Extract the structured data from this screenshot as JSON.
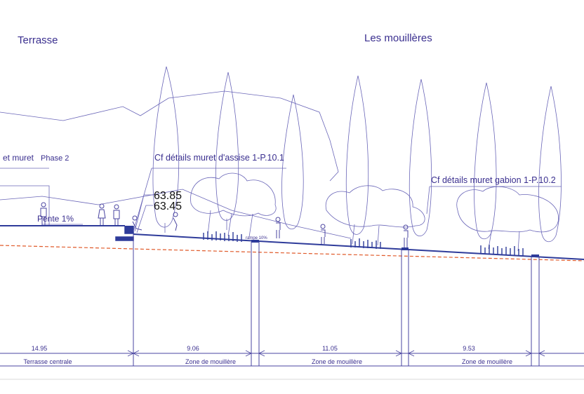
{
  "titles": {
    "left": "Terrasse",
    "right": "Les mouillères"
  },
  "annotations": {
    "muret": "et muret",
    "phase": "Phase 2",
    "detail_assise": "Cf détails muret d'assise 1-P.10.1",
    "detail_gabion": "Cf détails muret gabion 1-P.10.2",
    "level_top": "63.85",
    "level_bottom": "63.45",
    "slope_terrace": "Pente 1%",
    "slope_ramp": "rampe 10%"
  },
  "dimensions": [
    {
      "value": "14.95",
      "zone": "Terrasse centrale"
    },
    {
      "value": "9.06",
      "zone": "Zone de mouillère"
    },
    {
      "value": "11.05",
      "zone": "Zone de mouillère"
    },
    {
      "value": "9.53",
      "zone": "Zone de mouillère"
    }
  ],
  "colors": {
    "line": "#4a44a0",
    "ground": "#2e3b9a",
    "datum": "#e05a2a",
    "text": "#3a2f8f"
  }
}
